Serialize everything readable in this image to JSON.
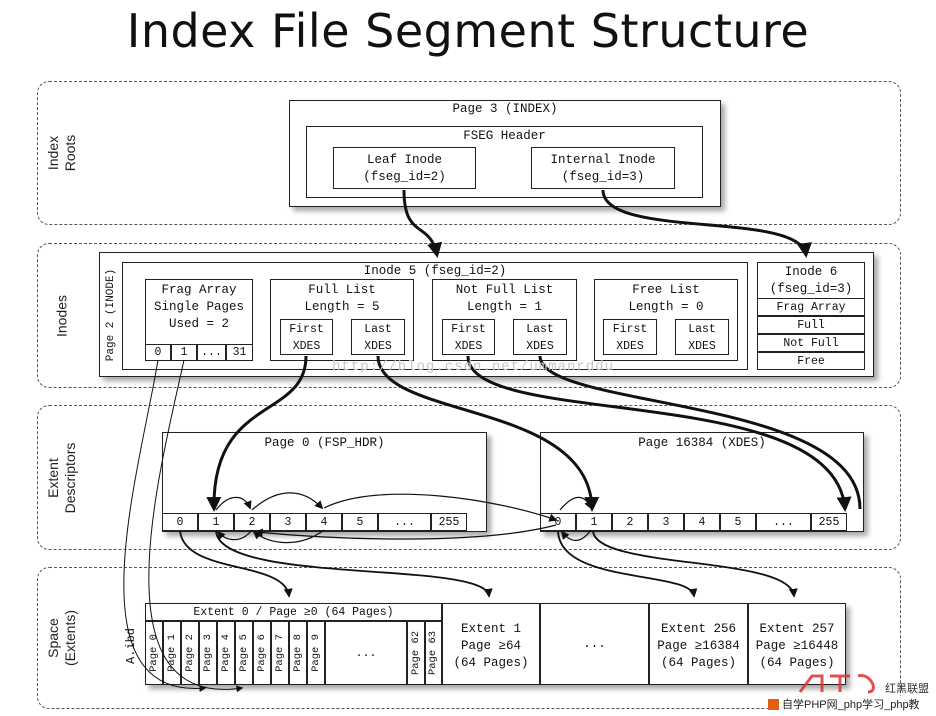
{
  "title": "Index File Segment Structure",
  "bands": {
    "index_roots": "Index\nRoots",
    "inodes": "Inodes",
    "extent_descriptors": "Extent\nDescriptors",
    "space": "Space\n(Extents)"
  },
  "page3": {
    "title": "Page 3 (INDEX)",
    "fseg_header": "FSEG Header",
    "leaf_inode": "Leaf Inode\n(fseg_id=2)",
    "internal_inode": "Internal Inode\n(fseg_id=3)"
  },
  "page2": {
    "side_label": "Page 2 (INODE)",
    "inode5_title": "Inode 5 (fseg_id=2)",
    "frag_array": "Frag Array\nSingle Pages\nUsed = 2",
    "frag_slots": [
      "0",
      "1",
      "...",
      "31"
    ],
    "full_list": "Full List\nLength = 5",
    "not_full_list": "Not Full List\nLength = 1",
    "free_list": "Free List\nLength = 0",
    "first_xdes": "First\nXDES",
    "last_xdes": "Last\nXDES",
    "inode6_title": "Inode 6\n(fseg_id=3)",
    "inode6_rows": [
      "Frag Array",
      "Full",
      "Not Full",
      "Free"
    ]
  },
  "page0": {
    "title": "Page 0 (FSP_HDR)",
    "cells": [
      "0",
      "1",
      "2",
      "3",
      "4",
      "5",
      "...",
      "255"
    ]
  },
  "page16384": {
    "title": "Page 16384 (XDES)",
    "cells": [
      "0",
      "1",
      "2",
      "3",
      "4",
      "5",
      "...",
      "255"
    ]
  },
  "space": {
    "file_label": "A.ibd",
    "extent0_title": "Extent 0 / Page ≥0 (64 Pages)",
    "pages": [
      "Page 0",
      "Page 1",
      "Page 2",
      "Page 3",
      "Page 4",
      "Page 5",
      "Page 6",
      "Page 7",
      "Page 8",
      "Page 9",
      "...",
      "Page 62",
      "Page 63"
    ],
    "extent1": "Extent 1\nPage ≥64\n(64 Pages)",
    "ellipsis": "...",
    "extent256": "Extent 256\nPage ≥16384\n(64 Pages)",
    "extent257": "Extent 257\nPage ≥16448\n(64 Pages)"
  },
  "watermarks": {
    "url": "http://blog.csdn.net/ummanrddu",
    "logo_text": "红黑联盟",
    "footer": "自学PHP网_php学习_php教"
  },
  "colors": {
    "line": "#111111",
    "watermark": "#c8c8c8"
  }
}
